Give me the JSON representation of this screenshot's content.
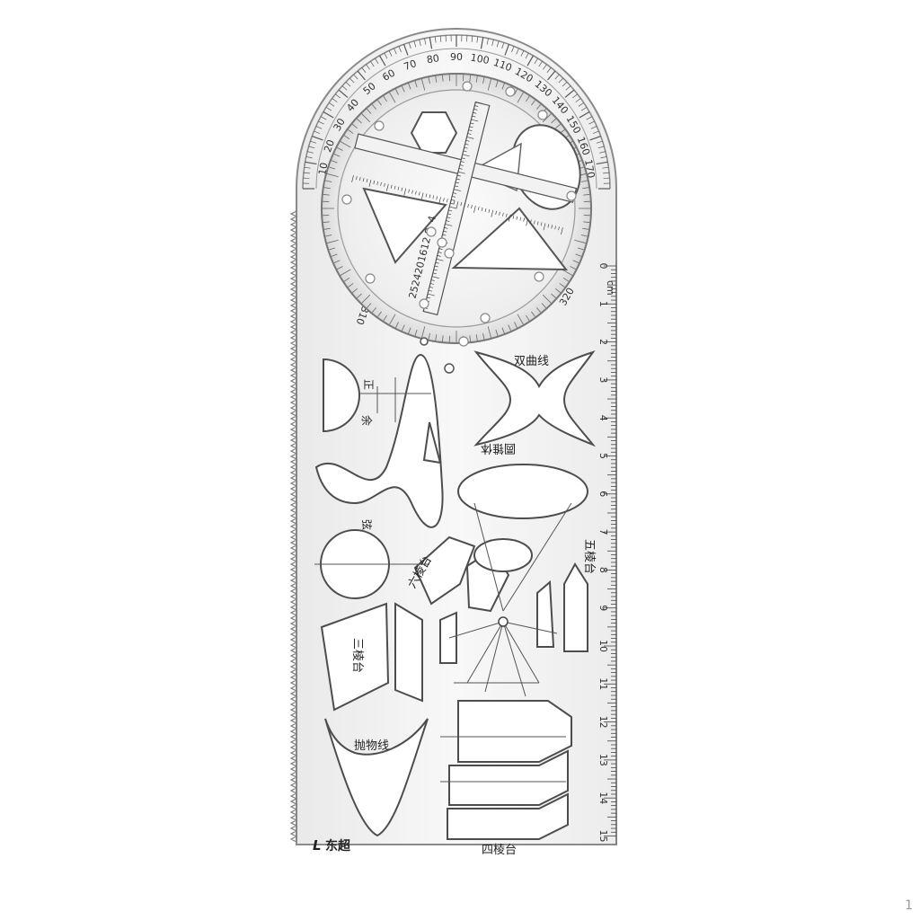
{
  "photo": {
    "subject": "transparent-geometry-template-ruler"
  },
  "labels": {
    "hyperbola": "双曲线",
    "cone": "圆锥体",
    "pentagonal_prism": "五棱台",
    "hexagonal_prism": "六棱台",
    "triangular_frustum": "三棱台",
    "parabola": "抛物线",
    "square_frustum": "四棱台",
    "sine": "正",
    "cosine": "余",
    "tangent": "弦",
    "brand": "东超"
  },
  "ruler_scale": {
    "unit": "cm",
    "ticks": [
      "0",
      "1",
      "2",
      "3",
      "4",
      "5",
      "6",
      "7",
      "8",
      "9",
      "10",
      "11",
      "12",
      "13",
      "14",
      "15"
    ]
  },
  "protractor_scale": {
    "labels": [
      "10",
      "20",
      "30",
      "40",
      "50",
      "60",
      "70",
      "80",
      "90",
      "100",
      "110",
      "120",
      "130",
      "140",
      "150",
      "160",
      "170"
    ],
    "inner_labels": [
      "310",
      "320"
    ]
  },
  "dial_scale": {
    "labels": [
      "4",
      "8",
      "12",
      "16",
      "20",
      "24",
      "25"
    ]
  },
  "page_number": "1",
  "colors": {
    "plastic_edge": "#7a7a7a",
    "plastic_fill": "#f6f6f6",
    "cutout_fill": "#ffffff",
    "ink": "#222222"
  }
}
